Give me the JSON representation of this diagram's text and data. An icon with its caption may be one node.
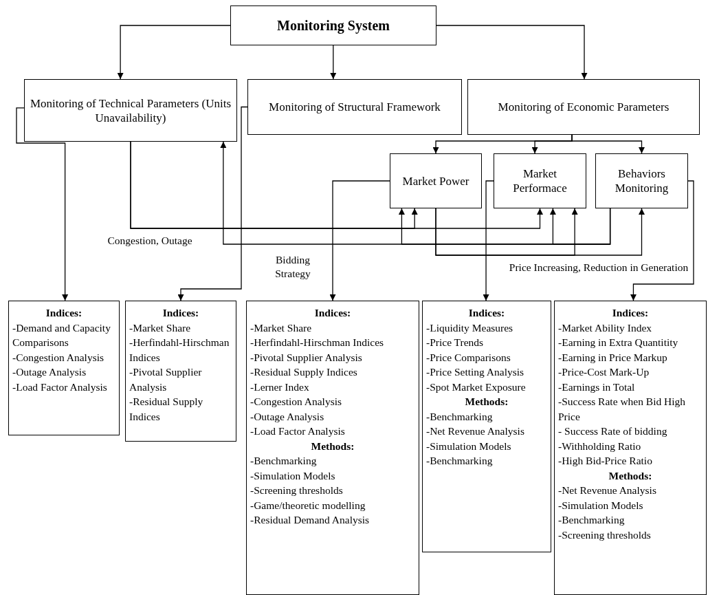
{
  "diagram": {
    "nodes": [
      {
        "text": [
          "Monitoring System"
        ]
      },
      {
        "text": [
          "Monitoring of Technical Parameters (Units Unavailability)"
        ]
      },
      {
        "text": [
          "Monitoring of Structural Framework"
        ]
      },
      {
        "text": [
          "Monitoring of Economic Parameters"
        ]
      },
      {
        "text": [
          "Market Power"
        ]
      },
      {
        "text": [
          "Market Performace"
        ]
      },
      {
        "text": [
          "Behaviors Monitoring"
        ]
      },
      {
        "text": [
          "Indices:",
          "-Demand and Capacity Comparisons",
          "-Congestion Analysis",
          "-Outage Analysis",
          "-Load Factor Analysis"
        ]
      },
      {
        "text": [
          "Indices:",
          "-Market Share",
          "-Herfindahl-Hirschman Indices",
          "-Pivotal Supplier Analysis",
          "-Residual Supply Indices"
        ]
      },
      {
        "text": [
          "Indices:",
          "-Market Share",
          "-Herfindahl-Hirschman Indices",
          "-Pivotal Supplier Analysis",
          "-Residual Supply Indices",
          "-Lerner Index",
          "-Congestion Analysis",
          "-Outage Analysis",
          "-Load Factor Analysis",
          "Methods:",
          "-Benchmarking",
          "-Simulation Models",
          "-Screening thresholds",
          "-Game/theoretic modelling",
          "-Residual Demand Analysis"
        ]
      },
      {
        "text": [
          "Indices:",
          "-Liquidity Measures",
          "-Price Trends",
          "-Price Comparisons",
          "-Price Setting Analysis",
          "-Spot Market Exposure",
          "Methods:",
          "-Benchmarking",
          "-Net Revenue Analysis",
          "-Simulation Models",
          "-Benchmarking"
        ]
      },
      {
        "text": [
          "Indices:",
          "-Market Ability Index",
          "-Earning in Extra Quantitity",
          "-Earning in Price Markup",
          "-Price-Cost Mark-Up",
          "-Earnings in Total",
          "-Success Rate when Bid High Price",
          "- Success Rate of bidding",
          "-Withholding Ratio",
          "-High Bid-Price Ratio",
          "Methods:",
          "-Net Revenue Analysis",
          "-Simulation Models",
          "-Benchmarking",
          "-Screening thresholds"
        ]
      }
    ],
    "edges": [
      {
        "from": 0,
        "to": 1,
        "arrow": "to"
      },
      {
        "from": 0,
        "to": 2,
        "arrow": "to"
      },
      {
        "from": 0,
        "to": 3,
        "arrow": "to"
      },
      {
        "from": 3,
        "to": 4,
        "arrow": "to"
      },
      {
        "from": 3,
        "to": 5,
        "arrow": "to"
      },
      {
        "from": 3,
        "to": 6,
        "arrow": "to"
      },
      {
        "from": 1,
        "to": 7,
        "arrow": "to"
      },
      {
        "from": 2,
        "to": 8,
        "arrow": "to"
      },
      {
        "from": 4,
        "to": 9,
        "arrow": "to"
      },
      {
        "from": 5,
        "to": 10,
        "arrow": "to"
      },
      {
        "from": 6,
        "to": 11,
        "arrow": "to"
      },
      {
        "from": 1,
        "to": 4,
        "arrow": "to",
        "label": "Congestion, Outage"
      },
      {
        "from": 1,
        "to": 5,
        "arrow": "to"
      },
      {
        "from": 6,
        "to": 1,
        "arrow": "to",
        "label": "Bidding Strategy"
      },
      {
        "from": 6,
        "to": 4,
        "arrow": "to"
      },
      {
        "from": 6,
        "to": 5,
        "arrow": "to"
      },
      {
        "from": 4,
        "to": 6,
        "arrow": "to",
        "label": "Price Increasing, Reduction in Generation"
      },
      {
        "from": 4,
        "to": 5,
        "arrow": "to"
      }
    ]
  }
}
